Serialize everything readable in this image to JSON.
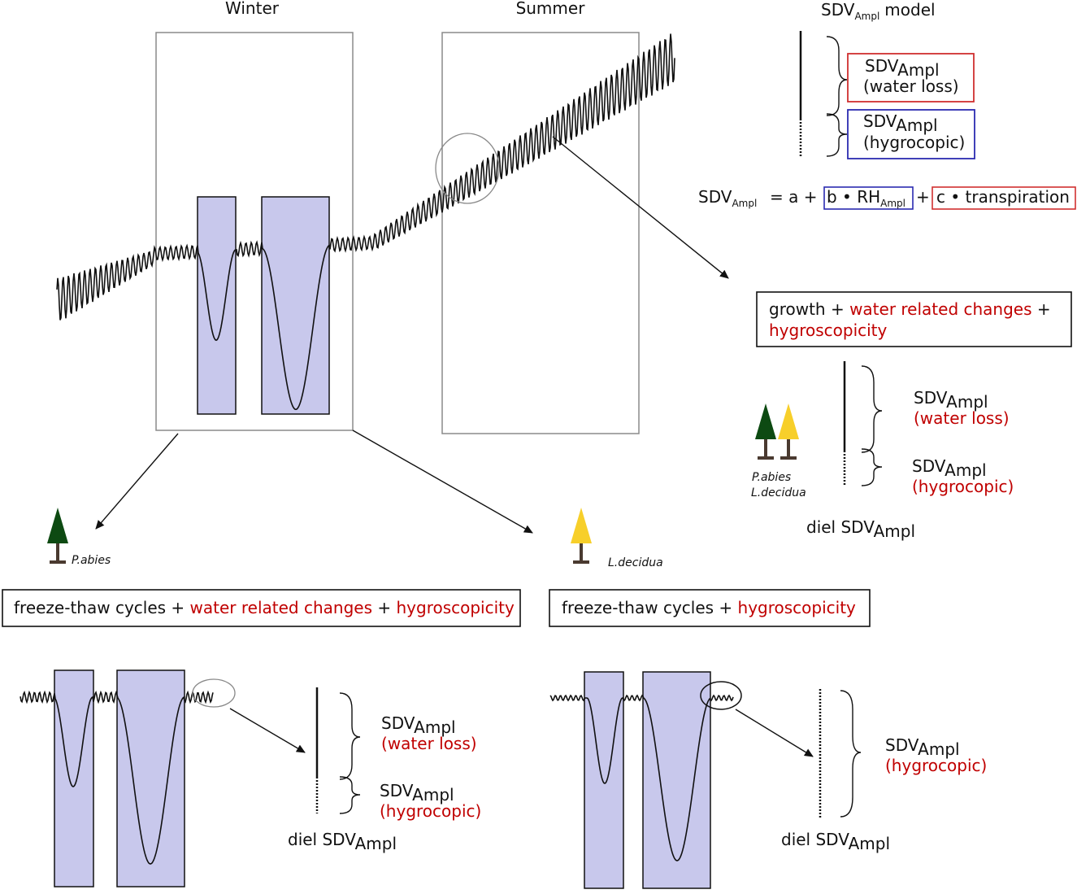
{
  "labels": {
    "winter": "Winter",
    "summer": "Summer",
    "model_sdv": "SDV",
    "model_sub": "Ampl",
    "model_word": "model"
  },
  "sdv": {
    "main": "SDV",
    "sub": "Ampl"
  },
  "model_boxes": {
    "water_loss": "(water loss)",
    "hygrocopic": "(hygrocopic)"
  },
  "equation": {
    "lhs_main": "SDV",
    "lhs_sub": "Ampl",
    "mid": "= a +",
    "term_b_main": "b • RH",
    "term_b_sub": "Ampl",
    "plus": "+",
    "term_c": "c • transpiration"
  },
  "summer_box": {
    "growth": "growth + ",
    "water_related": "water related changes",
    "plus": " +",
    "hygroscopicity": "hygroscopicity"
  },
  "summer_trees": {
    "p_abies": "P.abies",
    "l_decidua": "L.decidua"
  },
  "summer_diel": {
    "diel": "diel SDV",
    "sub": "Ampl"
  },
  "winter_pabies": {
    "tree_label": "P.abies",
    "box_a": "freeze-thaw cycles + ",
    "box_b": "water related changes",
    "box_c": " + ",
    "box_d": "hygroscopicity",
    "diel": "diel SDV",
    "diel_sub": "Ampl"
  },
  "winter_ldecidua": {
    "tree_label": "L.decidua",
    "box_a": "freeze-thaw cycles + ",
    "box_b": "hygroscopicity",
    "diel": "diel SDV",
    "diel_sub": "Ampl"
  },
  "legend_terms": {
    "water_loss": "(water loss)",
    "hygrocopic": "(hygrocopic)"
  },
  "colors": {
    "shade": "#c8c8ec",
    "red": "#c00000",
    "red_box": "#d03030",
    "blue_box": "#2b2bb0",
    "dark_tree": "#0d4a12",
    "yellow_tree": "#f7cf2a",
    "trunk": "#4a3a30"
  }
}
